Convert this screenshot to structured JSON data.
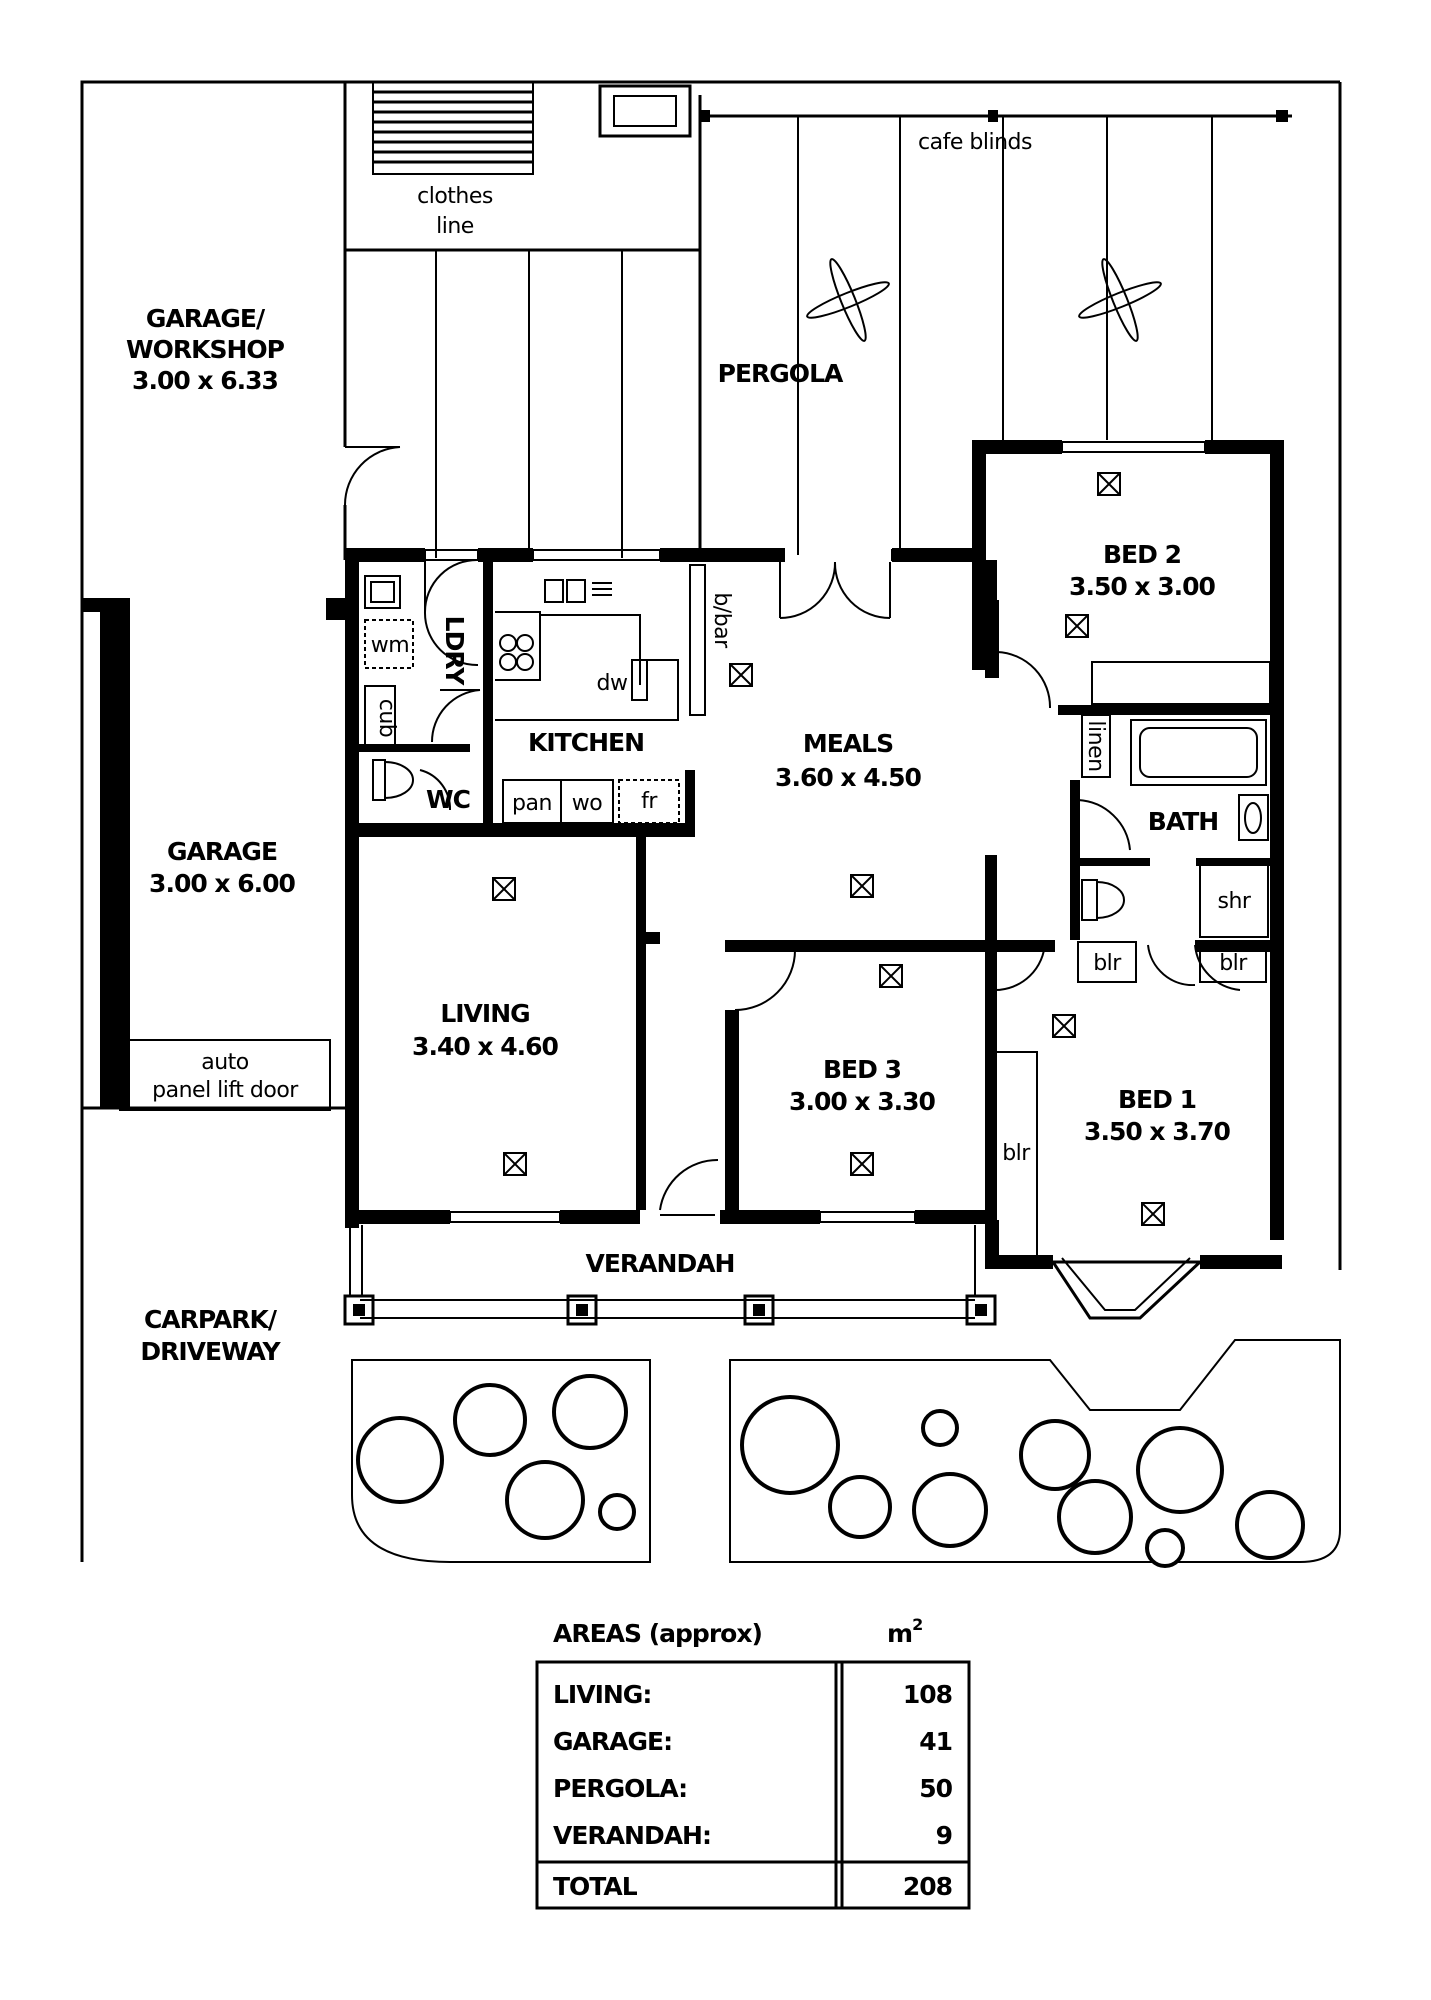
{
  "rooms": {
    "garage_workshop": {
      "name_line1": "GARAGE/",
      "name_line2": "WORKSHOP",
      "size": "3.00 x 6.33"
    },
    "garage": {
      "name": "GARAGE",
      "size": "3.00 x 6.00"
    },
    "carpark": {
      "line1": "CARPARK/",
      "line2": "DRIVEWAY"
    },
    "pergola": {
      "name": "PERGOLA"
    },
    "clothes_line": {
      "line1": "clothes",
      "line2": "line"
    },
    "cafe_blinds": {
      "label": "cafe blinds"
    },
    "bed2": {
      "name": "BED 2",
      "size": "3.50 x 3.00"
    },
    "bed3": {
      "name": "BED 3",
      "size": "3.00 x 3.30"
    },
    "bed1": {
      "name": "BED 1",
      "size": "3.50 x 3.70"
    },
    "meals": {
      "name": "MEALS",
      "size": "3.60 x 4.50"
    },
    "living": {
      "name": "LIVING",
      "size": "3.40 x 4.60"
    },
    "kitchen": {
      "name": "KITCHEN"
    },
    "laundry": {
      "name": "LDRY"
    },
    "wc": {
      "name": "WC"
    },
    "bath": {
      "name": "BATH"
    },
    "verandah": {
      "name": "VERANDAH"
    }
  },
  "fixtures": {
    "wm": "wm",
    "cub": "cub",
    "dw": "dw",
    "bbar": "b/bar",
    "pan": "pan",
    "wo": "wo",
    "fr": "fr",
    "linen": "linen",
    "shr": "shr",
    "blr_a": "blr",
    "blr_b": "blr",
    "blr_c": "blr",
    "auto_line1": "auto",
    "auto_line2": "panel lift door"
  },
  "areas": {
    "heading": "AREAS (approx)",
    "unit_base": "m",
    "unit_sup": "2",
    "rows": [
      {
        "label": "LIVING:",
        "value": "108"
      },
      {
        "label": "GARAGE:",
        "value": "41"
      },
      {
        "label": "PERGOLA:",
        "value": "50"
      },
      {
        "label": "VERANDAH:",
        "value": "9"
      }
    ],
    "total_label": "TOTAL",
    "total_value": "208"
  }
}
